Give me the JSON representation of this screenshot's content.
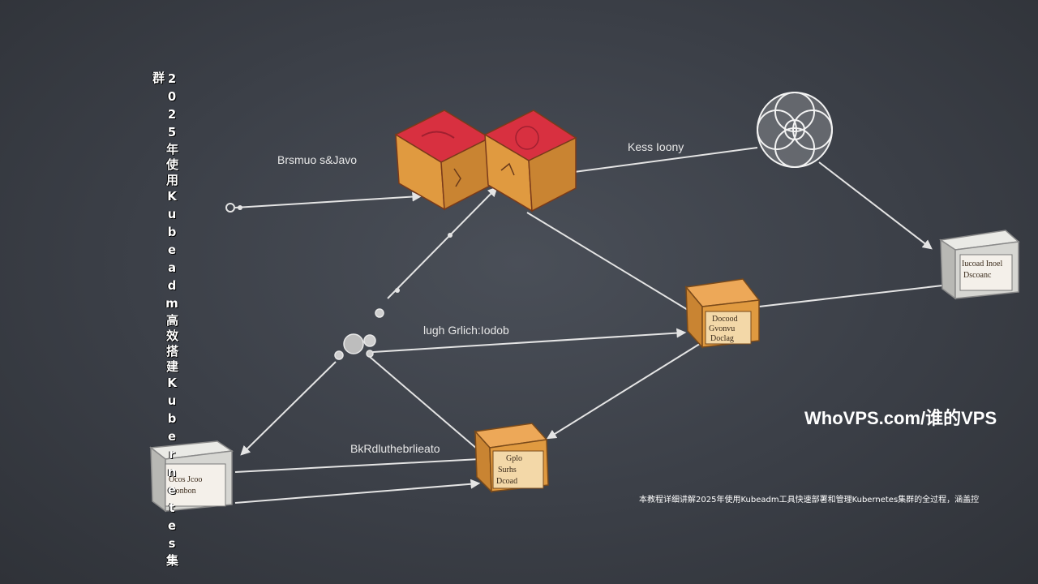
{
  "title_vertical": "2025年使用Kubeadm高效搭建Kubernetes集群",
  "watermark": "WhoVPS.com/谁的VPS",
  "caption": "本教程详细讲解2025年使用Kubeadm工具快速部署和管理Kubernetes集群的全过程，涵盖控",
  "labels": {
    "top_left": "Brsmuo s&Javo",
    "top_right": "Kess Ioony",
    "middle": "lugh Grlich:Iodob",
    "bottom": "BkRdluthebrlieato"
  },
  "boxes": {
    "right_gray": [
      "Iucoad Inoel",
      "Dscoanc"
    ],
    "center_orange": [
      "Docood",
      "Gvonvu",
      "Doclag"
    ],
    "bottom_orange": [
      "Gplo",
      "Surhs",
      "Dcoad"
    ],
    "bottom_left_gray": [
      "Ocos Jcoo",
      "Conbon"
    ]
  },
  "colors": {
    "background": "#3b3f47",
    "cube_orange": "#e09a40",
    "cube_red": "#d83040",
    "gray_box": "#d6d6d2",
    "line": "#e4e4e4"
  }
}
